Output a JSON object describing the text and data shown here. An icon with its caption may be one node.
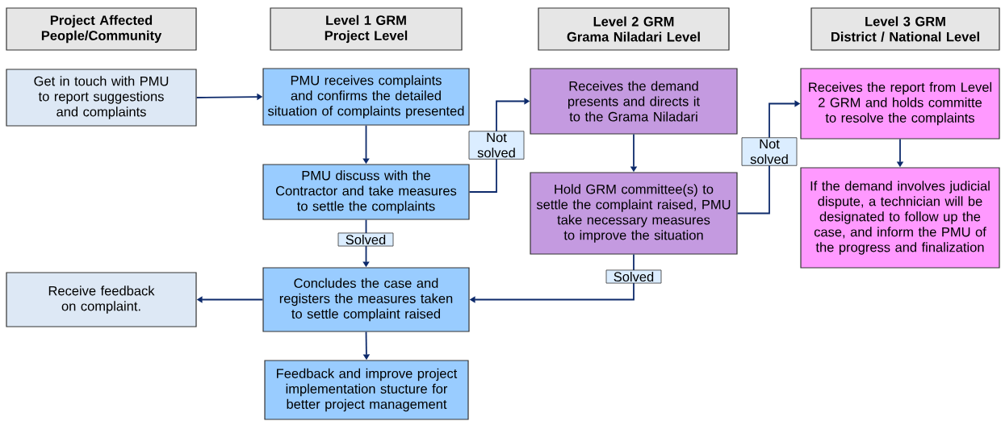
{
  "diagram": {
    "nodes": [
      {
        "text": [
          "Project Affected People/Community"
        ]
      },
      {
        "text": [
          "Level 1 GRM",
          "Project Level"
        ]
      },
      {
        "text": [
          "Level 2 GRM",
          "Grama Niladari Level"
        ]
      },
      {
        "text": [
          "Level 3 GRM",
          "District / National Level"
        ]
      },
      {
        "text": [
          "Get in touch with PMU to report suggestions and complaints"
        ]
      },
      {
        "text": [
          "PMU receives complaints and confirms the detailed situation of complaints presented"
        ]
      },
      {
        "text": [
          "Receives the demand presents and directs it to the Grama Niladari"
        ]
      },
      {
        "text": [
          "Receives the report from Level 2 GRM and holds committe to resolve the complaints"
        ]
      },
      {
        "text": [
          "PMU discuss with the Contractor and take measures to settle the complaints"
        ]
      },
      {
        "text": [
          "Hold GRM committee(s) to settle the complaint raised, PMU take necessary measures to improve the situation"
        ]
      },
      {
        "text": [
          "If the demand involves judicial dispute, a technician will be designated to follow up the case, and inform the PMU of the progress and finalization"
        ]
      },
      {
        "text": [
          "Receive feedback on complaint."
        ]
      },
      {
        "text": [
          "Concludes the case and registers the measures taken to settle complaint raised"
        ]
      },
      {
        "text": [
          "Feedback and improve project implementation  stucture for better project management"
        ]
      }
    ],
    "edges": [
      {
        "from": 4,
        "to": 5,
        "arrow": "to"
      },
      {
        "from": 5,
        "to": 8,
        "arrow": "to"
      },
      {
        "from": 8,
        "to": 6,
        "arrow": "to",
        "label": "Not solved"
      },
      {
        "from": 6,
        "to": 9,
        "arrow": "to"
      },
      {
        "from": 9,
        "to": 7,
        "arrow": "to",
        "label": "Not solved"
      },
      {
        "from": 7,
        "to": 10,
        "arrow": "to"
      },
      {
        "from": 8,
        "to": 12,
        "arrow": "to",
        "label": "Solved"
      },
      {
        "from": 9,
        "to": 12,
        "arrow": "to",
        "label": "Solved"
      },
      {
        "from": 12,
        "to": 11,
        "arrow": "to"
      },
      {
        "from": 12,
        "to": 13,
        "arrow": "to"
      }
    ]
  }
}
